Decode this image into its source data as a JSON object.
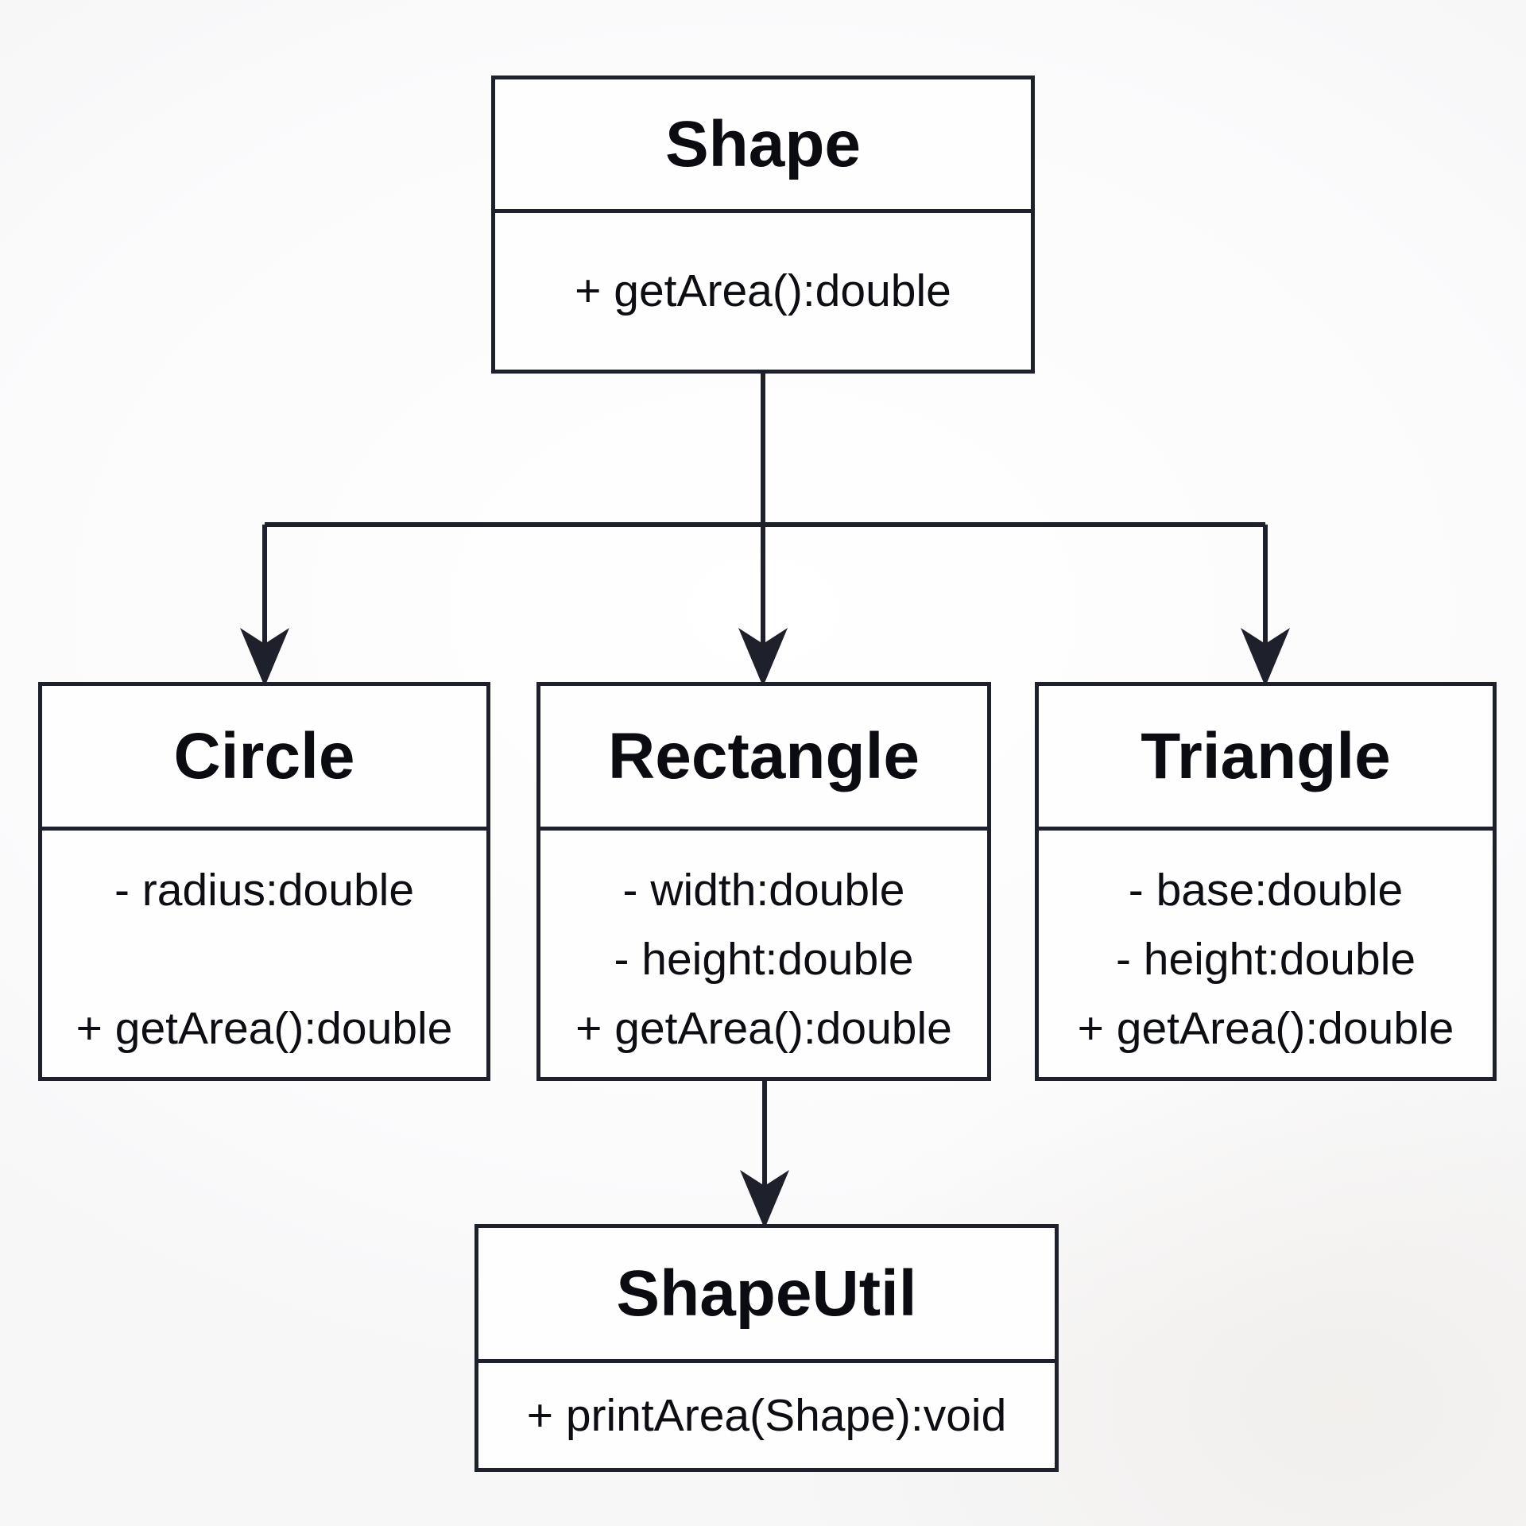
{
  "diagram": {
    "type": "uml-class-diagram",
    "colors": {
      "line": "#1e212c",
      "text": "#0c0e13",
      "box_fill": "#fefefe",
      "background": "#fbfbfc"
    },
    "classes": {
      "shape": {
        "name": "Shape",
        "attributes": [],
        "methods": [
          "+ getArea():double"
        ]
      },
      "circle": {
        "name": "Circle",
        "attributes": [
          "- radius:double"
        ],
        "methods": [
          "+ getArea():double"
        ]
      },
      "rectangle": {
        "name": "Rectangle",
        "attributes": [
          "- width:double",
          "- height:double"
        ],
        "methods": [
          "+ getArea():double"
        ]
      },
      "triangle": {
        "name": "Triangle",
        "attributes": [
          "- base:double",
          "- height:double"
        ],
        "methods": [
          "+ getArea():double"
        ]
      },
      "shapeutil": {
        "name": "ShapeUtil",
        "attributes": [],
        "methods": [
          "+ printArea(Shape):void"
        ]
      }
    },
    "edges": [
      {
        "from": "Shape",
        "to": "Circle",
        "kind": "arrow-down"
      },
      {
        "from": "Shape",
        "to": "Rectangle",
        "kind": "arrow-down"
      },
      {
        "from": "Shape",
        "to": "Triangle",
        "kind": "arrow-down"
      },
      {
        "from": "Rectangle",
        "to": "ShapeUtil",
        "kind": "arrow-down"
      }
    ]
  }
}
